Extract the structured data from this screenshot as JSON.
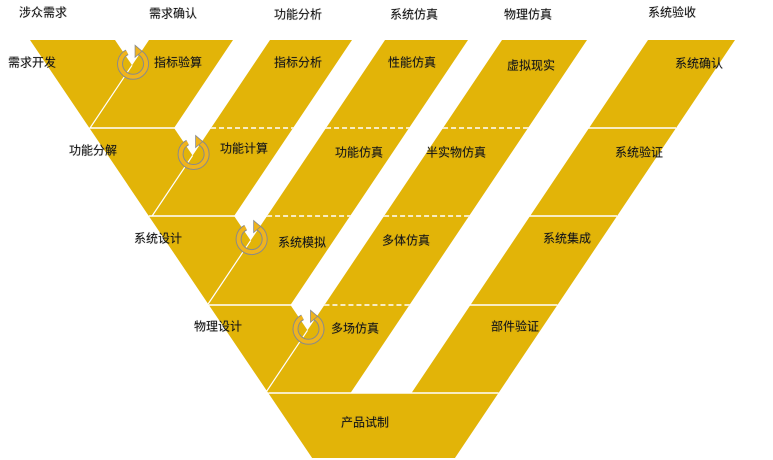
{
  "colors": {
    "fill": "#e2b408",
    "separator": "#ffffff",
    "icon": "#f0b41c",
    "icon_outline": "#8a8a8a"
  },
  "headers": [
    "涉众需求",
    "需求确认",
    "功能分析",
    "系统仿真",
    "物理仿真",
    "系统验收"
  ],
  "stages": [
    "需求开发",
    "功能分解",
    "系统设计",
    "物理设计"
  ],
  "rows": [
    [
      "指标验算",
      "指标分析",
      "性能仿真",
      "虚拟现实",
      "系统确认"
    ],
    [
      "功能计算",
      "功能仿真",
      "半实物仿真",
      "系统验证"
    ],
    [
      "系统模拟",
      "多体仿真",
      "系统集成"
    ],
    [
      "多场仿真",
      "部件验证"
    ]
  ],
  "bottom": "产品试制",
  "icons": [
    "cycle-icon",
    "cycle-icon",
    "cycle-icon",
    "cycle-icon"
  ]
}
